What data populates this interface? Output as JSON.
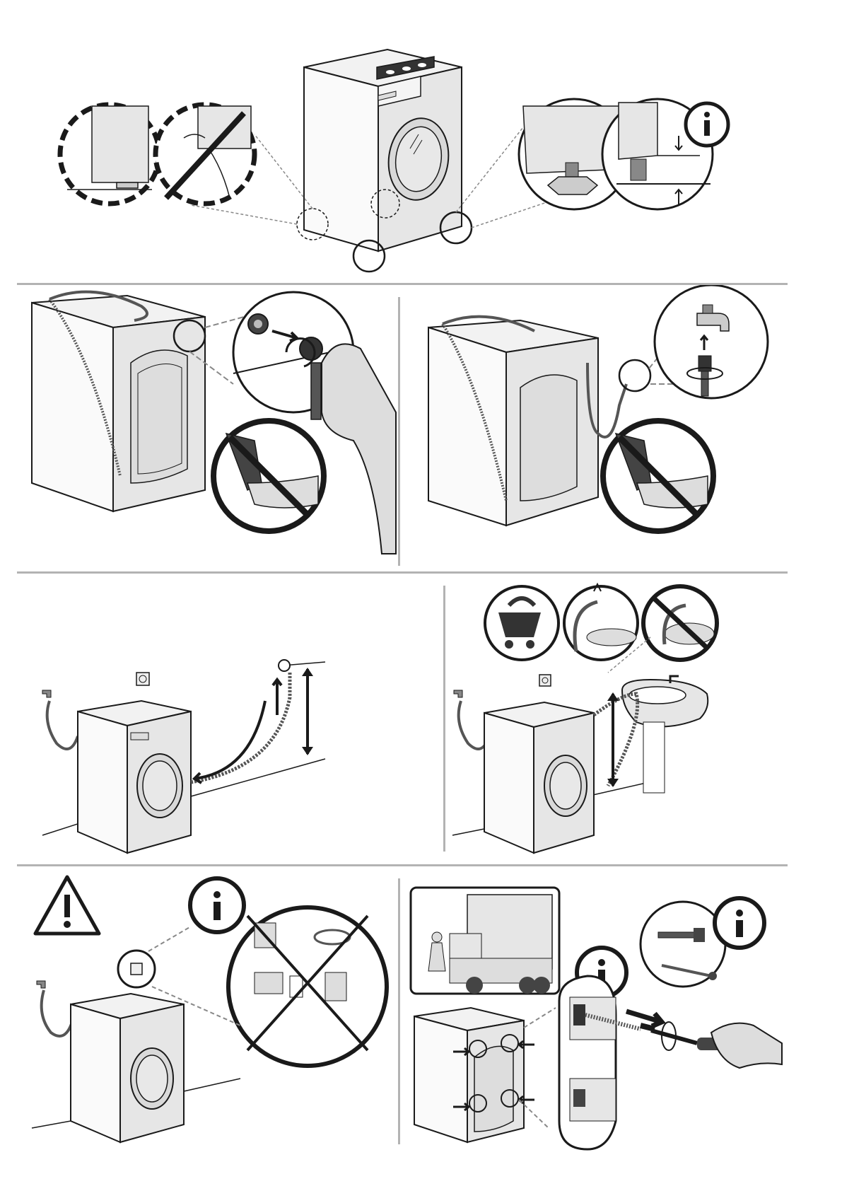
{
  "document": {
    "type": "installation-instructions-illustrations",
    "panels": [
      {
        "id": "leveling",
        "icons": [
          "washing-machine",
          "spirit-level",
          "adjustable-foot",
          "info-icon"
        ]
      },
      {
        "id": "inlet-hose-machine",
        "icons": [
          "washing-machine-rear",
          "hose-connector",
          "hand",
          "no-pliers-icon"
        ]
      },
      {
        "id": "inlet-hose-tap",
        "icons": [
          "washing-machine-rear",
          "water-tap",
          "hose-connector",
          "no-pliers-icon"
        ]
      },
      {
        "id": "drain-standpipe",
        "icons": [
          "washing-machine",
          "water-tap",
          "wall-socket",
          "drain-hose",
          "height-arrow"
        ]
      },
      {
        "id": "drain-sink",
        "icons": [
          "shopping-cart-icon",
          "hose-tied-icon",
          "no-hose-in-sink-icon",
          "sink",
          "height-arrow"
        ]
      },
      {
        "id": "power-warning",
        "icons": [
          "warning-icon",
          "info-icon",
          "no-extension-cord-icon",
          "wall-socket"
        ]
      },
      {
        "id": "transport-bolts",
        "icons": [
          "delivery-truck",
          "info-icon",
          "transport-bolt",
          "wrench",
          "hand"
        ]
      }
    ],
    "colors": {
      "line": "#1a1a1a",
      "fill": "#e6e6e6",
      "divider": "#b3b3b3",
      "hose": "#555555"
    }
  }
}
